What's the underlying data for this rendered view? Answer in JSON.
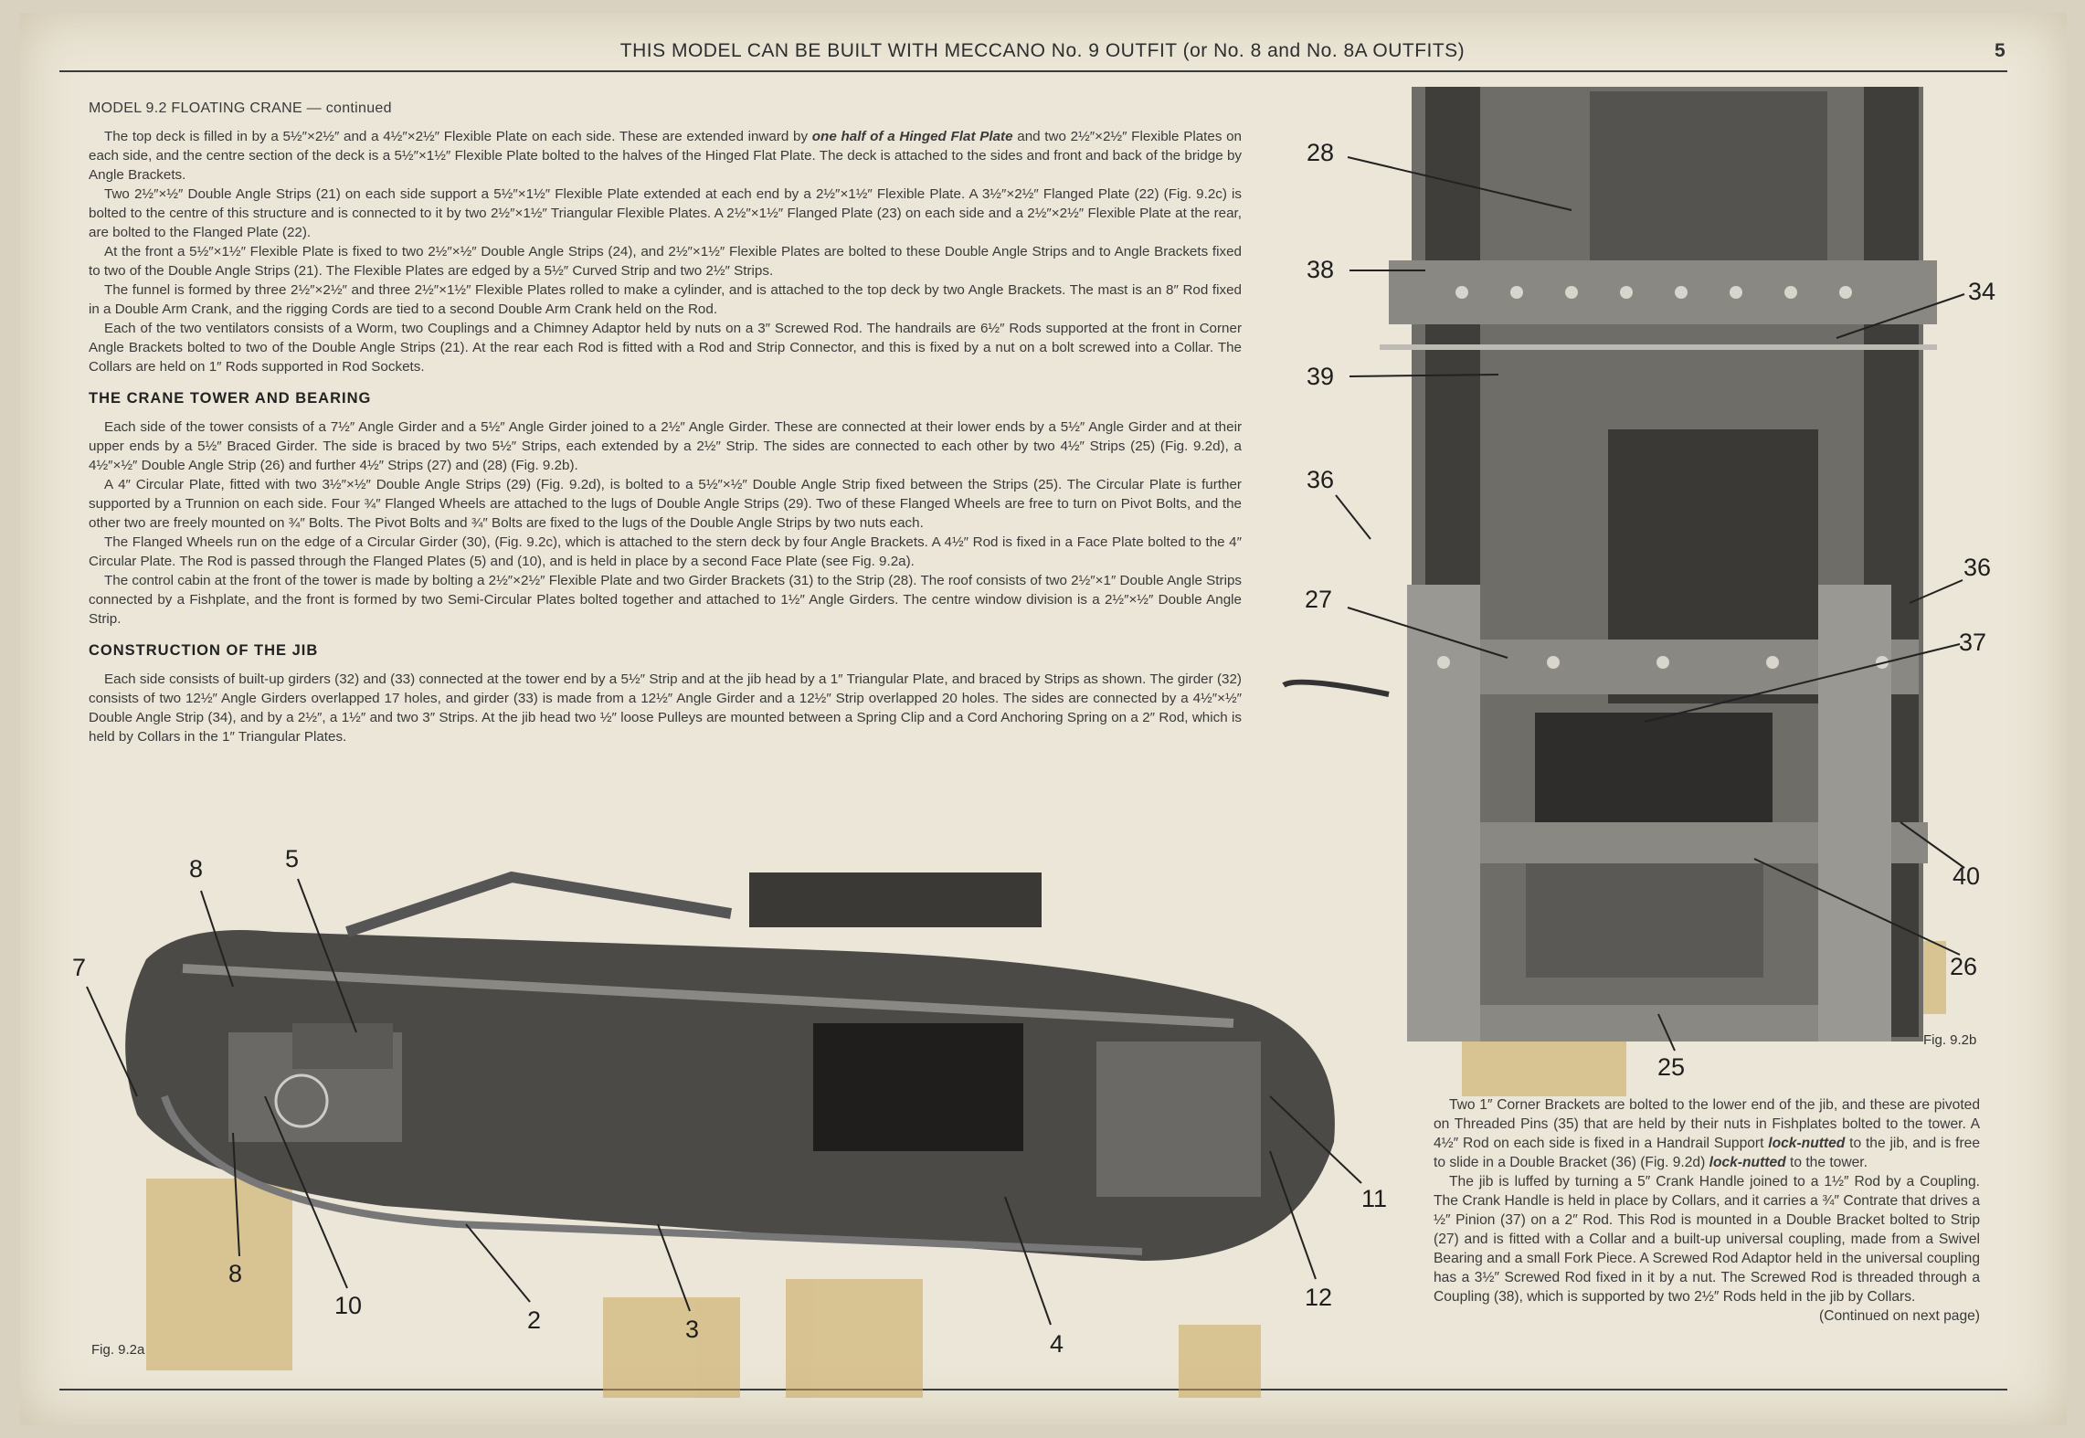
{
  "header": {
    "title": "THIS MODEL CAN BE BUILT WITH MECCANO No. 9 OUTFIT (or No. 8 and No. 8A OUTFITS)",
    "page_number": "5"
  },
  "model_heading": "MODEL 9.2   FLOATING CRANE — continued",
  "intro_paragraphs": [
    {
      "a": "The top deck is filled in by a 5½″×2½″ and a 4½″×2½″ Flexible Plate on each side. These are extended inward by ",
      "em": "one half of a Hinged Flat Plate",
      "b": " and two 2½″×2½″ Flexible Plates on each side, and the centre section of the deck is a 5½″×1½″ Flexible Plate bolted to the halves of the Hinged Flat Plate. The deck is attached to the sides and front and back of the bridge by Angle Brackets."
    },
    {
      "a": "Two 2½″×½″ Double Angle Strips (21) on each side support a 5½″×1½″ Flexible Plate extended at each end by a 2½″×1½″ Flexible Plate. A 3½″×2½″ Flanged Plate (22) (Fig. 9.2c) is bolted to the centre of this structure and is connected to it by two 2½″×1½″ Triangular Flexible Plates. A 2½″×1½″ Flanged Plate (23) on each side and a 2½″×2½″ Flexible Plate at the rear, are bolted to the Flanged Plate (22)."
    },
    {
      "a": "At the front a 5½″×1½″ Flexible Plate is fixed to two 2½″×½″ Double Angle Strips (24), and 2½″×1½″ Flexible Plates are bolted to these Double Angle Strips and to Angle Brackets fixed to two of the Double Angle Strips (21). The Flexible Plates are edged by a 5½″ Curved Strip and two 2½″ Strips."
    },
    {
      "a": "The funnel is formed by three 2½″×2½″ and three 2½″×1½″ Flexible Plates rolled to make a cylinder, and is attached to the top deck by two Angle Brackets. The mast is an 8″ Rod fixed in a Double Arm Crank, and the rigging Cords are tied to a second Double Arm Crank held on the Rod."
    },
    {
      "a": "Each of the two ventilators consists of a Worm, two Couplings and a Chimney Adaptor held by nuts on a 3″ Screwed Rod. The handrails are 6½″ Rods supported at the front in Corner Angle Brackets bolted to two of the Double Angle Strips (21). At the rear each Rod is fitted with a Rod and Strip Connector, and this is fixed by a nut on a bolt screwed into a Collar. The Collars are held on 1″ Rods supported in Rod Sockets."
    }
  ],
  "tower_section": {
    "heading": "THE CRANE TOWER AND BEARING",
    "paragraphs": [
      "Each side of the tower consists of a 7½″ Angle Girder and a 5½″ Angle Girder joined to a 2½″ Angle Girder. These are connected at their lower ends by a 5½″ Angle Girder and at their upper ends by a 5½″ Braced Girder. The side is braced by two 5½″ Strips, each extended by a 2½″ Strip. The sides are connected to each other by two 4½″ Strips (25) (Fig. 9.2d), a 4½″×½″ Double Angle Strip (26) and further 4½″ Strips (27) and (28) (Fig. 9.2b).",
      "A 4″ Circular Plate, fitted with two 3½″×½″ Double Angle Strips (29) (Fig. 9.2d), is bolted to a 5½″×½″ Double Angle Strip fixed between the Strips (25). The Circular Plate is further supported by a Trunnion on each side. Four ¾″ Flanged Wheels are attached to the lugs of Double Angle Strips (29). Two of these Flanged Wheels are free to turn on Pivot Bolts, and the other two are freely mounted on ¾″ Bolts. The Pivot Bolts and ¾″ Bolts are fixed to the lugs of the Double Angle Strips by two nuts each.",
      "The Flanged Wheels run on the edge of a Circular Girder (30), (Fig. 9.2c), which is attached to the stern deck by four Angle Brackets. A 4½″ Rod is fixed in a Face Plate bolted to the 4″ Circular Plate. The Rod is passed through the Flanged Plates (5) and (10), and is held in place by a second Face Plate (see Fig. 9.2a).",
      "The control cabin at the front of the tower is made by bolting a 2½″×2½″ Flexible Plate and two Girder Brackets (31) to the Strip (28). The roof consists of two 2½″×1″ Double Angle Strips connected by a Fishplate, and the front is formed by two Semi-Circular Plates bolted together and attached to 1½″ Angle Girders. The centre window division is a 2½″×½″ Double Angle Strip."
    ]
  },
  "jib_section": {
    "heading": "CONSTRUCTION OF THE JIB",
    "paragraphs": [
      "Each side consists of built-up girders (32) and (33) connected at the tower end by a 5½″ Strip and at the jib head by a 1″ Triangular Plate, and braced by Strips as shown. The girder (32) consists of two 12½″ Angle Girders overlapped 17 holes, and girder (33) is made from a 12½″ Angle Girder and a 12½″ Strip overlapped 20 holes. The sides are connected by a 4½″×½″ Double Angle Strip (34), and by a 2½″, a 1½″ and two 3″ Strips. At the jib head two ½″ loose Pulleys are mounted between a Spring Clip and a Cord Anchoring Spring on a 2″ Rod, which is held by Collars in the 1″ Triangular Plates."
    ]
  },
  "right_column": {
    "p1": {
      "a": "Two 1″ Corner Brackets are bolted to the lower end of the jib, and these are pivoted on Threaded Pins (35) that are held by their nuts in Fishplates bolted to the tower. A 4½″ Rod on each side is fixed in a Handrail Support ",
      "em1": "lock-nutted",
      "b": " to the jib, and is free to slide in a Double Bracket (36) (Fig. 9.2d) ",
      "em2": "lock-nutted",
      "c": " to the tower."
    },
    "p2": "The jib is luffed by turning a 5″ Crank Handle joined to a 1½″ Rod by a Coupling. The Crank Handle is held in place by Collars, and it carries a ¾″ Contrate that drives a ½″ Pinion (37) on a 2″ Rod. This Rod is mounted in a Double Bracket bolted to Strip (27) and is fitted with a Collar and a built-up universal coupling, made from a Swivel Bearing and a small Fork Piece. A Screwed Rod Adaptor held in the universal coupling has a 3½″ Screwed Rod fixed in it by a nut. The Screwed Rod is threaded through a Coupling (38), which is supported by two 2½″ Rods held in the jib by Collars.",
    "continued": "(Continued on next page)"
  },
  "figures": {
    "fig_a": {
      "caption": "Fig. 9.2a",
      "labels": [
        "8",
        "5",
        "7",
        "8",
        "10",
        "2",
        "3",
        "4",
        "11",
        "12"
      ]
    },
    "fig_b": {
      "caption": "Fig. 9.2b",
      "labels": [
        "28",
        "38",
        "39",
        "36",
        "27",
        "34",
        "36",
        "37",
        "40",
        "26",
        "25"
      ]
    }
  },
  "colors": {
    "paper": "#ebe6d7",
    "ink": "#333333",
    "metal": "#4a4a48",
    "tape": "#c9a55a"
  }
}
